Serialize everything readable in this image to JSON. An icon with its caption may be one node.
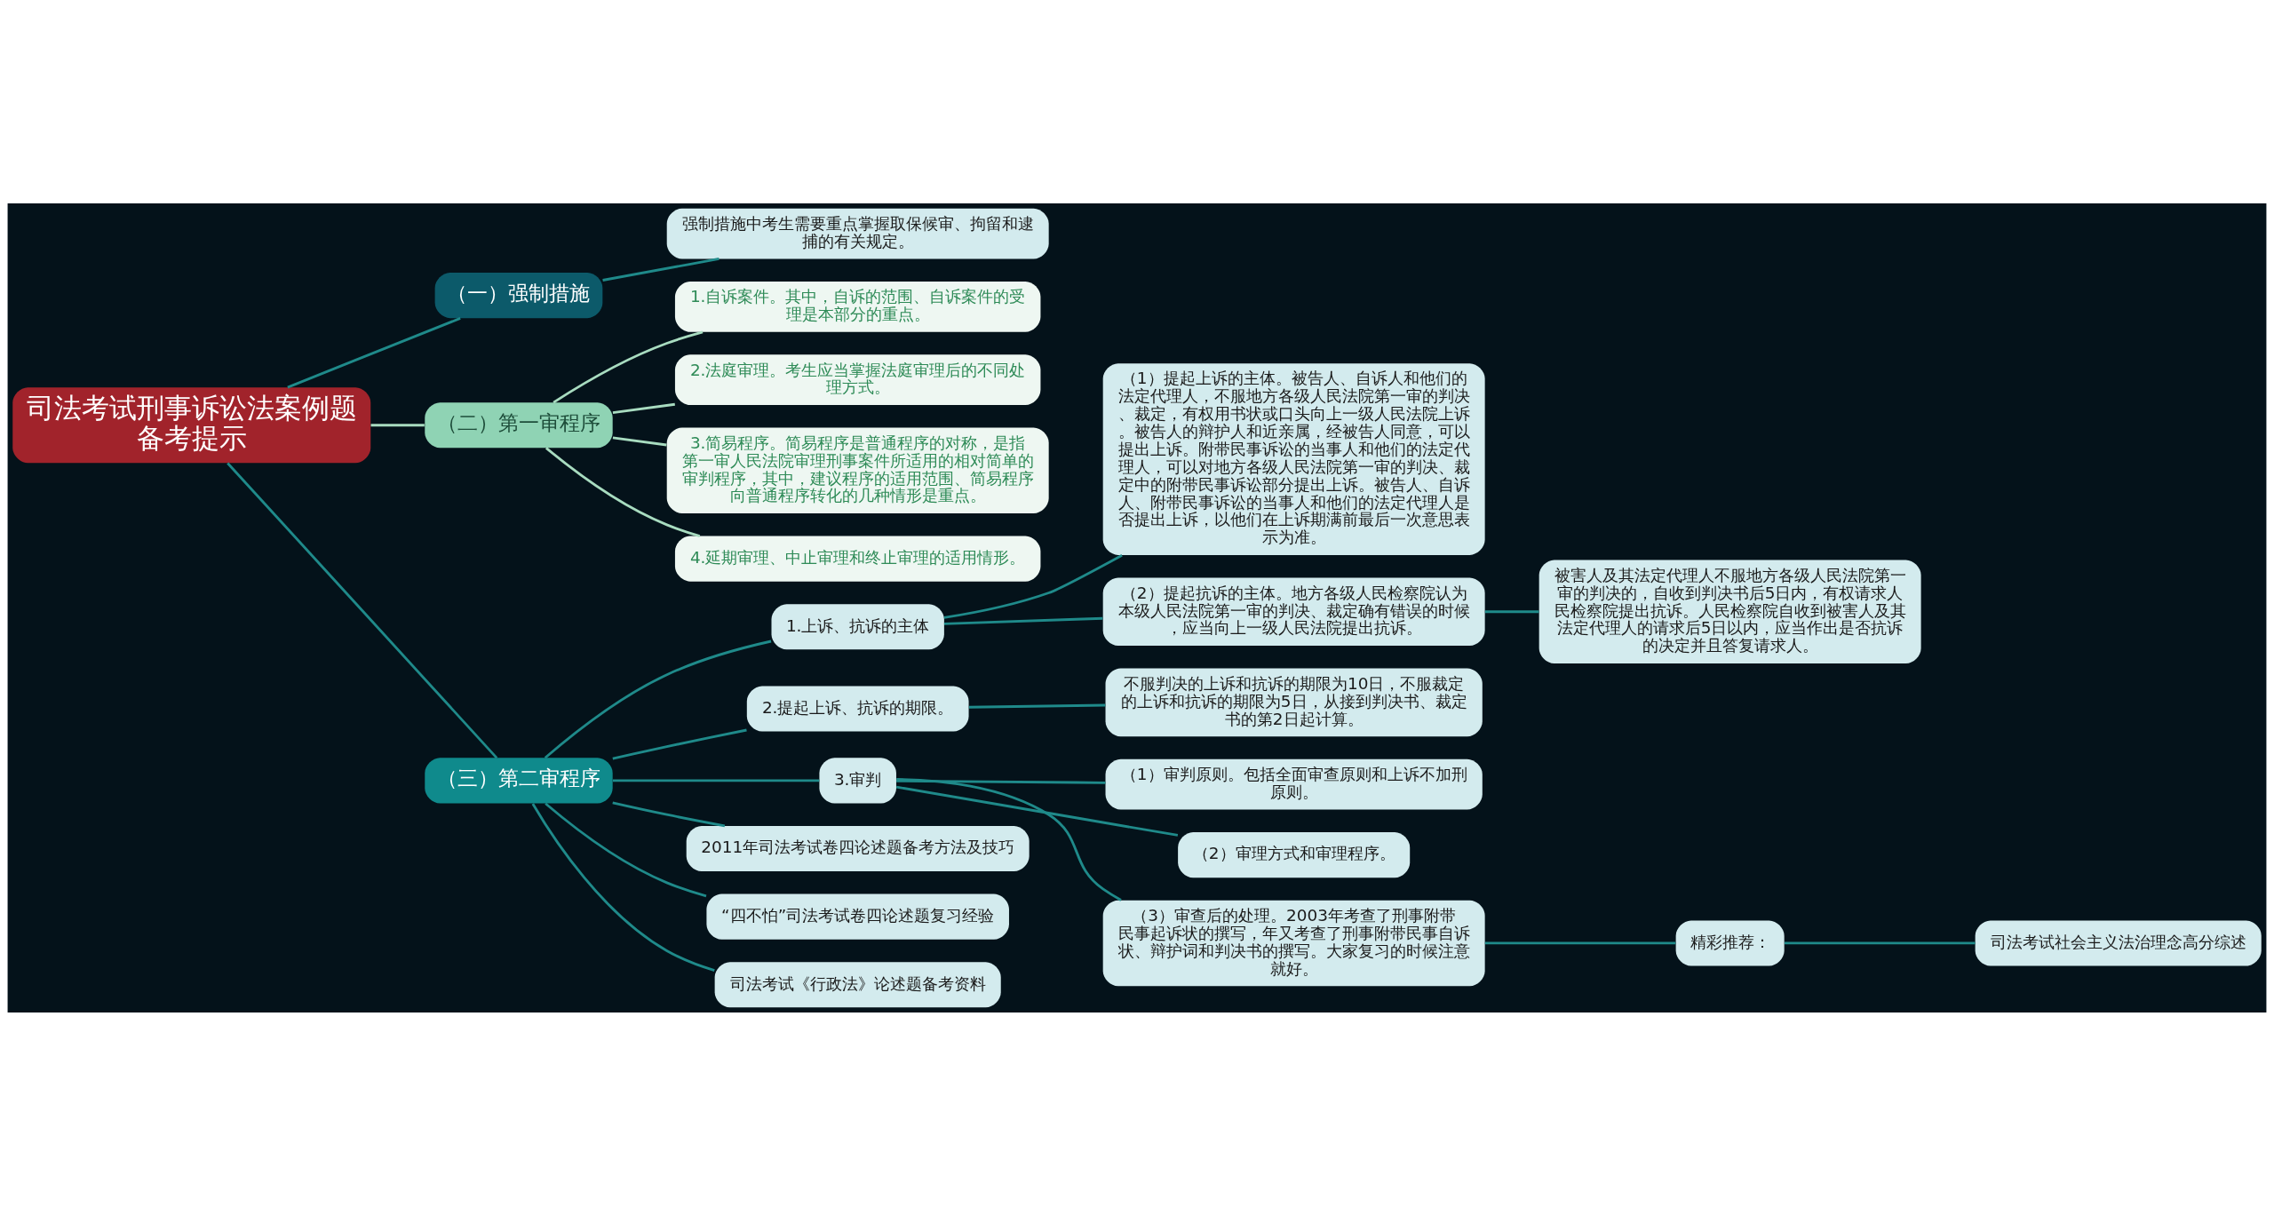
{
  "diagram": {
    "nodes": [
      {
        "text": [
          "司法考试刑事诉讼法案例题备考提示"
        ]
      },
      {
        "text": [
          "（一）强制措施"
        ]
      },
      {
        "text": [
          "强制措施中考生需要重点掌握取保候审、拘留和逮捕的有关规定。"
        ]
      },
      {
        "text": [
          "（二）第一审程序"
        ]
      },
      {
        "text": [
          "1.自诉案件。其中，自诉的范围、自诉案件的受理是本部分的重点。"
        ]
      },
      {
        "text": [
          "2.法庭审理。考生应当掌握法庭审理后的不同处理方式。"
        ]
      },
      {
        "text": [
          "3.简易程序。简易程序是普通程序的对称，是指第一审人民法院审理刑事案件所适用的相对简单的审判程序，其中，建议程序的适用范围、简易程序向普通程序转化的几种情形是重点。"
        ]
      },
      {
        "text": [
          "4.延期审理、中止审理和终止审理的适用情形。"
        ]
      },
      {
        "text": [
          "（三）第二审程序"
        ]
      },
      {
        "text": [
          "1.上诉、抗诉的主体"
        ]
      },
      {
        "text": [
          "（1）提起上诉的主体。被告人、自诉人和他们的法定代理人，不服地方各级人民法院第一审的判决、裁定，有权用书状或口头向上一级人民法院上诉。被告人的辩护人和近亲属，经被告人同意，可以提出上诉。附带民事诉讼的当事人和他们的法定代理人，可以对地方各级人民法院第一审的判决、裁定中的附带民事诉讼部分提出上诉。被告人、自诉人、附带民事诉讼的当事人和他们的法定代理人是否提出上诉，以他们在上诉期满前最后一次意思表示为准。"
        ]
      },
      {
        "text": [
          "（2）提起抗诉的主体。地方各级人民检察院认为本级人民法院第一审的判决、裁定确有错误的时候，应当向上一级人民法院提出抗诉。"
        ]
      },
      {
        "text": [
          "被害人及其法定代理人不服地方各级人民法院第一审的判决的，自收到判决书后5日内，有权请求人民检察院提出抗诉。人民检察院自收到被害人及其法定代理人的请求后5日以内，应当作出是否抗诉的决定并且答复请求人。"
        ]
      },
      {
        "text": [
          "2.提起上诉、抗诉的期限。"
        ]
      },
      {
        "text": [
          "不服判决的上诉和抗诉的期限为10日，不服裁定的上诉和抗诉的期限为5日，从接到判决书、裁定书的第2日起计算。"
        ]
      },
      {
        "text": [
          "3.审判"
        ]
      },
      {
        "text": [
          "（1）审判原则。包括全面审查原则和上诉不加刑原则。"
        ]
      },
      {
        "text": [
          "（2）审理方式和审理程序。"
        ]
      },
      {
        "text": [
          "（3）审查后的处理。2003年考查了刑事附带民事起诉状的撰写，年又考查了刑事附带民事自诉状、辩护词和判决书的撰写。大家复习的时候注意就好。"
        ]
      },
      {
        "text": [
          "精彩推荐："
        ]
      },
      {
        "text": [
          "司法考试社会主义法治理念高分综述"
        ]
      },
      {
        "text": [
          "2011年司法考试卷四论述题备考方法及技巧"
        ]
      },
      {
        "text": [
          "“四不怕”司法考试卷四论述题复习经验"
        ]
      },
      {
        "text": [
          "司法考试《行政法》论述题备考资料"
        ]
      }
    ],
    "edges": [
      {
        "from": 0,
        "to": 1,
        "arrow": "none"
      },
      {
        "from": 1,
        "to": 2,
        "arrow": "none"
      },
      {
        "from": 0,
        "to": 3,
        "arrow": "none",
        "color": "#a8dcc0"
      },
      {
        "from": 3,
        "to": 4,
        "arrow": "none",
        "color": "#a8dcc0"
      },
      {
        "from": 3,
        "to": 5,
        "arrow": "none",
        "color": "#a8dcc0"
      },
      {
        "from": 3,
        "to": 6,
        "arrow": "none",
        "color": "#a8dcc0"
      },
      {
        "from": 3,
        "to": 7,
        "arrow": "none",
        "color": "#a8dcc0"
      },
      {
        "from": 0,
        "to": 8,
        "arrow": "none"
      },
      {
        "from": 8,
        "to": 9,
        "arrow": "none"
      },
      {
        "from": 9,
        "to": 10,
        "arrow": "none"
      },
      {
        "from": 9,
        "to": 11,
        "arrow": "none"
      },
      {
        "from": 11,
        "to": 12,
        "arrow": "none"
      },
      {
        "from": 8,
        "to": 13,
        "arrow": "none"
      },
      {
        "from": 13,
        "to": 14,
        "arrow": "none"
      },
      {
        "from": 8,
        "to": 15,
        "arrow": "none"
      },
      {
        "from": 15,
        "to": 16,
        "arrow": "none"
      },
      {
        "from": 15,
        "to": 17,
        "arrow": "none"
      },
      {
        "from": 15,
        "to": 18,
        "arrow": "none"
      },
      {
        "from": 18,
        "to": 19,
        "arrow": "none"
      },
      {
        "from": 19,
        "to": 20,
        "arrow": "none"
      },
      {
        "from": 8,
        "to": 21,
        "arrow": "none"
      },
      {
        "from": 8,
        "to": 22,
        "arrow": "none"
      },
      {
        "from": 8,
        "to": 23,
        "arrow": "none"
      }
    ]
  }
}
